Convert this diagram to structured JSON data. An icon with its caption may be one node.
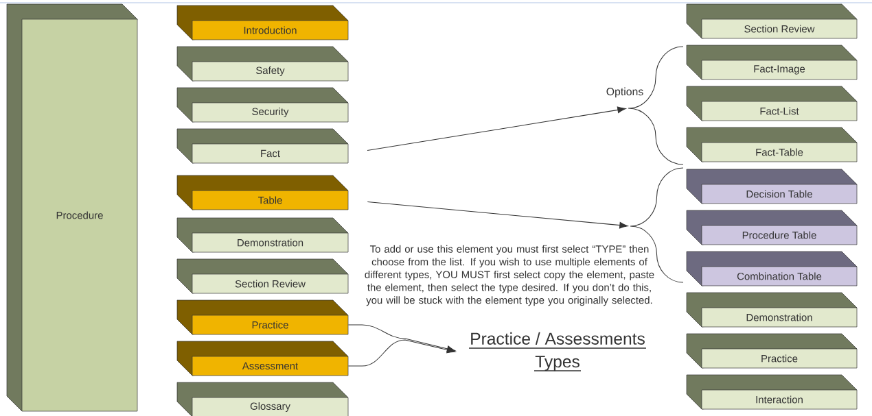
{
  "diagram": {
    "nodes": [
      {
        "text": [
          "Procedure"
        ]
      },
      {
        "text": [
          "Introduction"
        ]
      },
      {
        "text": [
          "Safety"
        ]
      },
      {
        "text": [
          "Security"
        ]
      },
      {
        "text": [
          "Fact"
        ]
      },
      {
        "text": [
          "Table"
        ]
      },
      {
        "text": [
          "Demonstration"
        ]
      },
      {
        "text": [
          "Section Review"
        ]
      },
      {
        "text": [
          "Practice"
        ]
      },
      {
        "text": [
          "Assessment"
        ]
      },
      {
        "text": [
          "Glossary"
        ]
      },
      {
        "text": [
          "Section Review"
        ]
      },
      {
        "text": [
          "Fact-Image"
        ]
      },
      {
        "text": [
          "Fact-List"
        ]
      },
      {
        "text": [
          "Fact-Table"
        ]
      },
      {
        "text": [
          "Decision Table"
        ]
      },
      {
        "text": [
          "Procedure Table"
        ]
      },
      {
        "text": [
          "Combination Table"
        ]
      },
      {
        "text": [
          "Demonstration"
        ]
      },
      {
        "text": [
          "Practice"
        ]
      },
      {
        "text": [
          "Interaction"
        ]
      },
      {
        "text": [
          "Practice / Assessments Types"
        ]
      },
      {
        "text": [],
        "shape": "brace"
      },
      {
        "text": [],
        "shape": "brace"
      }
    ],
    "edges": [
      {
        "from": 4,
        "to": 22,
        "arrow": "to"
      },
      {
        "from": 5,
        "to": 23,
        "arrow": "to"
      },
      {
        "from": 8,
        "to": 21,
        "arrow": "to"
      },
      {
        "from": 9,
        "to": 21,
        "arrow": "to"
      }
    ],
    "labels": [
      "Options",
      "To add or use this element you must first select “TYPE” then choose from the list. If you wish to use multiple elements of different types, YOU MUST first select copy the element, paste the element, then select the type desired. If you don’t do this, you will be stuck with the element type you originally selected."
    ]
  }
}
